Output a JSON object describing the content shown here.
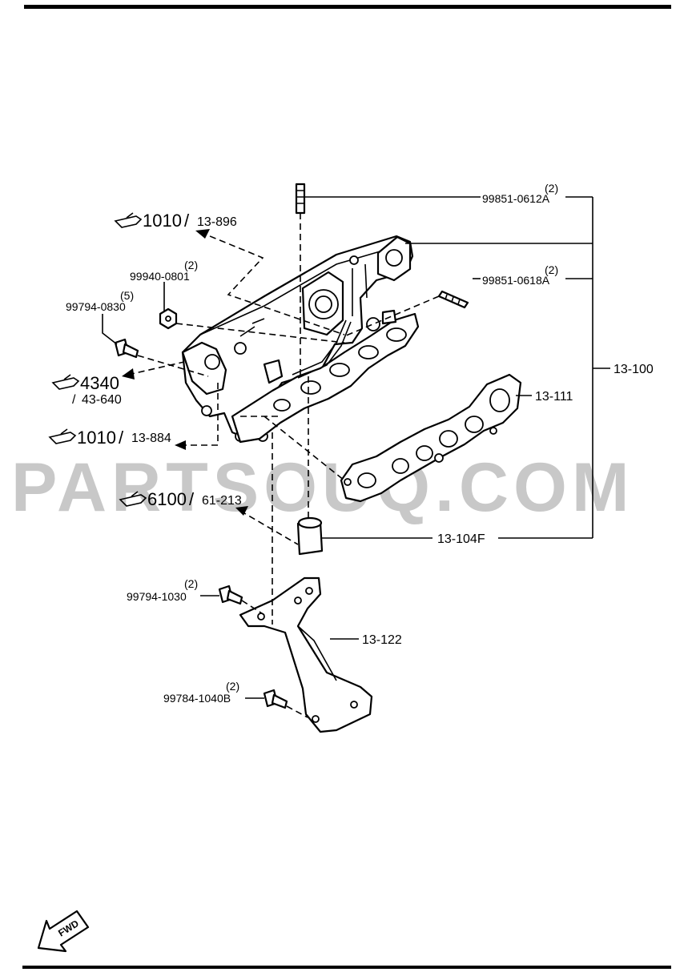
{
  "watermark": "PARTSOUQ.COM",
  "fwd_label": "FWD",
  "references": [
    {
      "main": "1010",
      "sub": "13-896"
    },
    {
      "main": "4340",
      "sub": "43-640"
    },
    {
      "main": "1010",
      "sub": "13-884"
    },
    {
      "main": "6100",
      "sub": "61-213"
    }
  ],
  "parts": [
    {
      "number": "99851-0612A",
      "qty": "(2)"
    },
    {
      "number": "99851-0618A",
      "qty": "(2)"
    },
    {
      "number": "99940-0801",
      "qty": "(2)"
    },
    {
      "number": "99794-0830",
      "qty": "(5)"
    },
    {
      "number": "13-100",
      "qty": ""
    },
    {
      "number": "13-111",
      "qty": ""
    },
    {
      "number": "13-104F",
      "qty": ""
    },
    {
      "number": "99794-1030",
      "qty": "(2)"
    },
    {
      "number": "13-122",
      "qty": ""
    },
    {
      "number": "99784-1040B",
      "qty": "(2)"
    }
  ]
}
